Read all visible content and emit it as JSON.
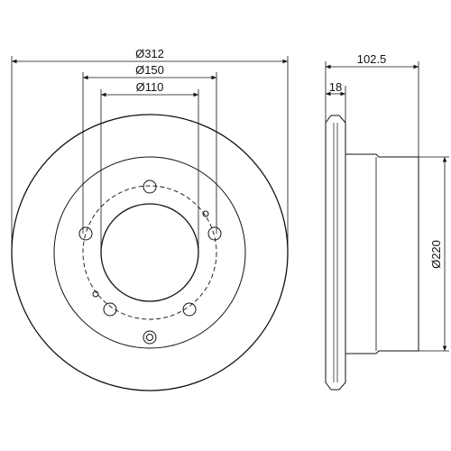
{
  "drawing": {
    "line_color": "#111111",
    "background": "#ffffff",
    "dimensions": {
      "outer_diameter": "Ø312",
      "pcd_diameter": "Ø150",
      "center_bore": "Ø110",
      "overall_height": "102.5",
      "thickness": "18",
      "hat_diameter": "Ø220"
    }
  }
}
